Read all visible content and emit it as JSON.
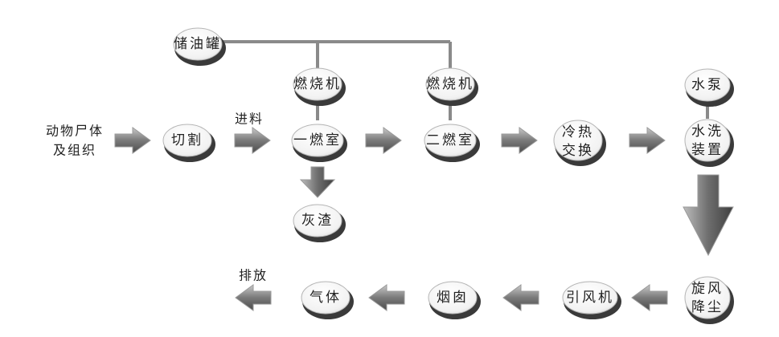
{
  "nodes": {
    "oil_tank": "储油罐",
    "burner_1": "燃烧机",
    "burner_2": "燃烧机",
    "water_pump": "水泵",
    "cutting": "切割",
    "chamber_1": "一燃室",
    "chamber_2": "二燃室",
    "heat_exchange": [
      "冷热",
      "交换"
    ],
    "water_wash": [
      "水洗",
      "装置"
    ],
    "ash": "灰渣",
    "cyclone": [
      "旋风",
      "降尘"
    ],
    "induced_fan": "引风机",
    "chimney": "烟囱",
    "gas": "气体"
  },
  "labels": {
    "input": [
      "动物尸体",
      "及组织"
    ],
    "feeding": "进料",
    "discharge": "排放"
  },
  "colors": {
    "arrow_dark": "#5a5a5a",
    "arrow_light": "#c4c4c4",
    "node_face": "#f6f6f6",
    "node_shadow": "#3a3a3a",
    "pipe": "#8a8a8a"
  }
}
